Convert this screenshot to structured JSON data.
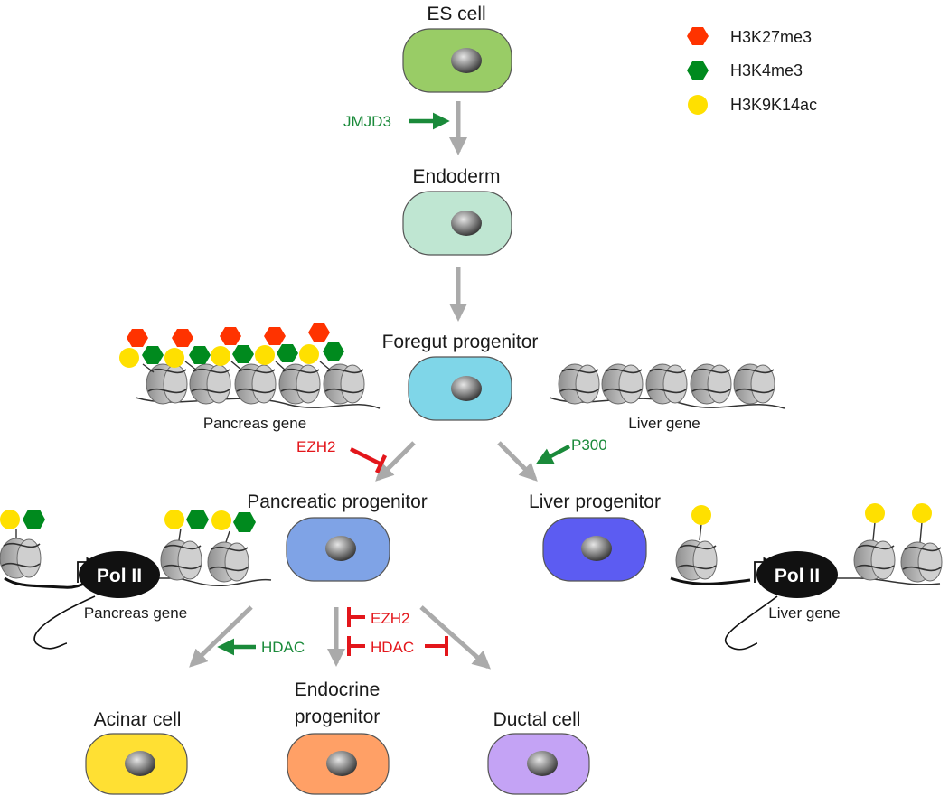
{
  "cells": {
    "es": {
      "label": "ES cell",
      "color": "#99cc66"
    },
    "endoderm": {
      "label": "Endoderm",
      "color": "#bfe6d2"
    },
    "foregut": {
      "label": "Foregut progenitor",
      "color": "#7fd6e8"
    },
    "pancreatic": {
      "label": "Pancreatic progenitor",
      "color": "#7fa3e6"
    },
    "liver": {
      "label": "Liver progenitor",
      "color": "#5c5cf2"
    },
    "acinar": {
      "label": "Acinar cell",
      "color": "#ffe033"
    },
    "endocrine": {
      "label_line1": "Endocrine",
      "label_line2": "progenitor",
      "color": "#ffa066"
    },
    "ductal": {
      "label": "Ductal cell",
      "color": "#c4a3f5"
    }
  },
  "legend": {
    "h3k27me3": {
      "label": "H3K27me3",
      "color": "#ff3300"
    },
    "h3k4me3": {
      "label": "H3K4me3",
      "color": "#008a1e"
    },
    "h3k9k14ac": {
      "label": "H3K9K14ac",
      "color": "#ffe000"
    }
  },
  "factors": {
    "jmjd3": "JMJD3",
    "ezh2_top": "EZH2",
    "p300": "P300",
    "hdac_green": "HDAC",
    "ezh2_mid": "EZH2",
    "hdac_red": "HDAC"
  },
  "genes": {
    "pancreas_top": "Pancreas gene",
    "liver_top": "Liver gene",
    "pancreas_bottom": "Pancreas gene",
    "liver_bottom": "Liver gene",
    "pol_left": "Pol II",
    "pol_right": "Pol II"
  },
  "colors": {
    "arrow_gray": "#aaaaaa",
    "activator_green": "#1a8a3a",
    "repressor_red": "#e3161b",
    "nucleosome_gray": "#9a9a9a"
  }
}
